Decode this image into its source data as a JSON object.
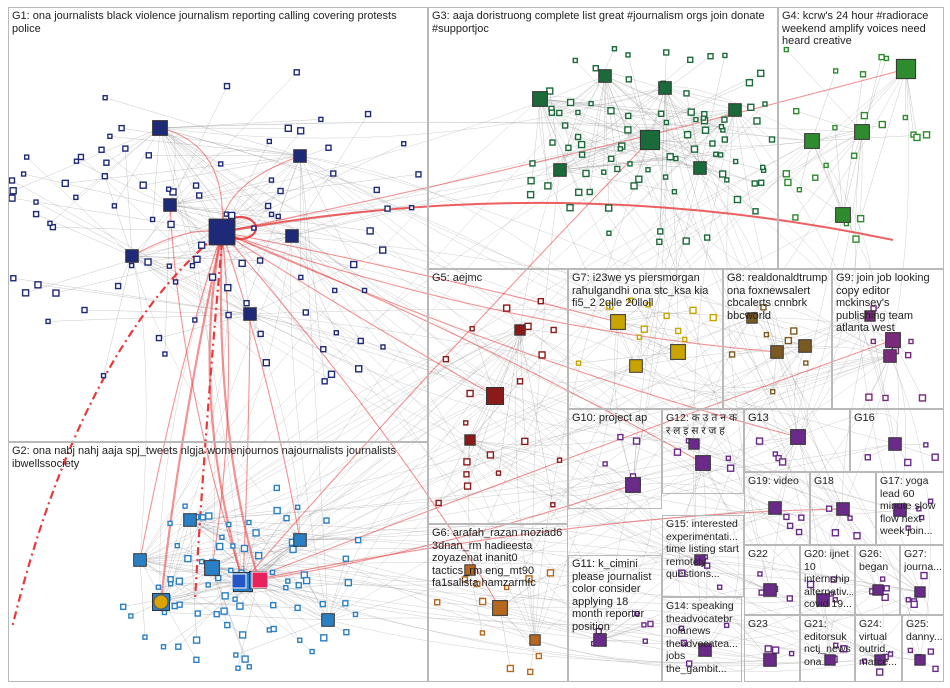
{
  "colors": {
    "edge_gray": "#9a9a9a",
    "edge_red": "#e8383a",
    "G1": "#1e2a78",
    "G2": "#2b7fc4",
    "G3": "#1b6a3a",
    "G4": "#2e8b2e",
    "G5": "#8b1a1a",
    "G6": "#b5681e",
    "G7": "#c9a400",
    "G8": "#7a5a20",
    "G9": "#7a2a7a",
    "small": "#6a2a8a"
  },
  "groups": [
    {
      "id": "G1",
      "label": "G1: ona journalists black violence journalism reporting calling covering protests police"
    },
    {
      "id": "G2",
      "label": "G2: ona nabj nahj aaja spj_tweets nlgja womenjournos najournalists journalists ibwellssociety"
    },
    {
      "id": "G3",
      "label": "G3: aaja doristruong complete list great #journalism orgs join donate #supportjoc"
    },
    {
      "id": "G4",
      "label": "G4: kcrw's 24 hour #radiorace weekend amplify voices need heard creative"
    },
    {
      "id": "G5",
      "label": "G5: aejmc"
    },
    {
      "id": "G6",
      "label": "G6: arafah_razan moziad6 3dnan_rm hadieesta zoyazenat inanit0 tactics_rm eng_mt90 fa1salista hamzarmfc"
    },
    {
      "id": "G7",
      "label": "G7: i23we ys piersmorgan rahulgandhi ona stc_ksa kia fi5_2 2qlle 20lloll"
    },
    {
      "id": "G8",
      "label": "G8: realdonaldtrump ona foxnewsalert cbcalerts cnnbrk bbcworld"
    },
    {
      "id": "G9",
      "label": "G9: join job looking copy editor mckinsey's publishing team atlanta west"
    },
    {
      "id": "G10",
      "label": "G10: project ap"
    },
    {
      "id": "G11",
      "label": "G11: k_cimini please journalist color consider applying 18 month reporter position"
    },
    {
      "id": "G12",
      "label": "G12: क उ त न क र ल इ स र ज ह"
    },
    {
      "id": "G13",
      "label": "G13"
    },
    {
      "id": "G14",
      "label": "G14: speaking theadvocatebr nolanews theadvocatea... jobs the_gambit..."
    },
    {
      "id": "G15",
      "label": "G15: interested experimentati... time listing start remotely questions..."
    },
    {
      "id": "G16",
      "label": "G16"
    },
    {
      "id": "G17",
      "label": "G17: yoga lead 60 minute slow flow next week join..."
    },
    {
      "id": "G18",
      "label": "G18"
    },
    {
      "id": "G19",
      "label": "G19: video"
    },
    {
      "id": "G20",
      "label": "G20: ijnet 10 internship alternativ... covid 19..."
    },
    {
      "id": "G21",
      "label": "G21: editorsuk nctj_news ona..."
    },
    {
      "id": "G22",
      "label": "G22"
    },
    {
      "id": "G23",
      "label": "G23"
    },
    {
      "id": "G24",
      "label": "G24: virtual outrid... marce..."
    },
    {
      "id": "G25",
      "label": "G25: danny..."
    },
    {
      "id": "G26",
      "label": "G26: began"
    },
    {
      "id": "G27",
      "label": "G27: journa..."
    }
  ]
}
